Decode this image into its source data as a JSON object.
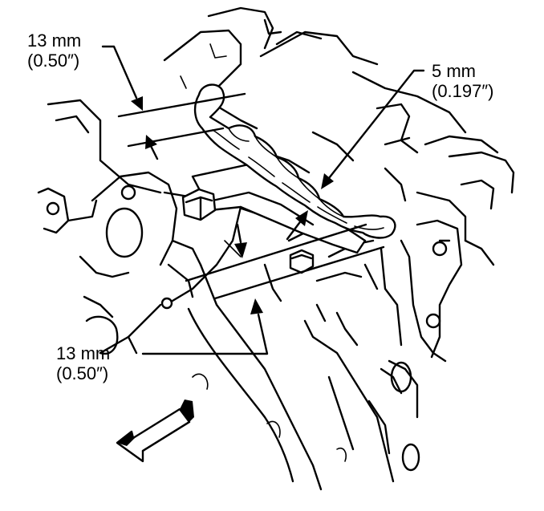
{
  "callouts": {
    "top_left": {
      "line1": "13 mm",
      "line2": "(0.50″)"
    },
    "top_right": {
      "line1": "5 mm",
      "line2": "(0.197″)"
    },
    "bottom_left": {
      "line1": "13 mm",
      "line2": "(0.50″)"
    }
  },
  "colors": {
    "ink": "#000000",
    "paper": "#ffffff"
  },
  "icons": [
    "engine-block-drawing",
    "timing-chain-drawing",
    "chain-tensioner-bolt-icon",
    "dimension-arrow-icon",
    "front-direction-arrow-icon"
  ]
}
